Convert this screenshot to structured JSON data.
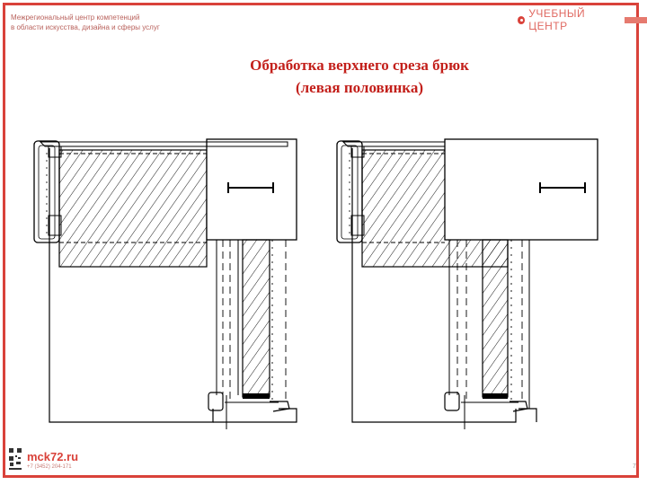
{
  "header": {
    "org_line1": "Межрегиональный центр компетенций",
    "org_line2": "в области искусства, дизайна и сферы услуг",
    "brand_text": "УЧЕБНЫЙ ЦЕНТР"
  },
  "slide": {
    "title_line1": "Обработка  верхнего среза брюк",
    "title_line2": "(левая половинка)"
  },
  "footer": {
    "site": "mck72.ru",
    "phone": "+7 (3452) 204-171",
    "page": "7"
  },
  "colors": {
    "frame": "#d9423a",
    "title": "#c3201b",
    "line": "#000000"
  }
}
